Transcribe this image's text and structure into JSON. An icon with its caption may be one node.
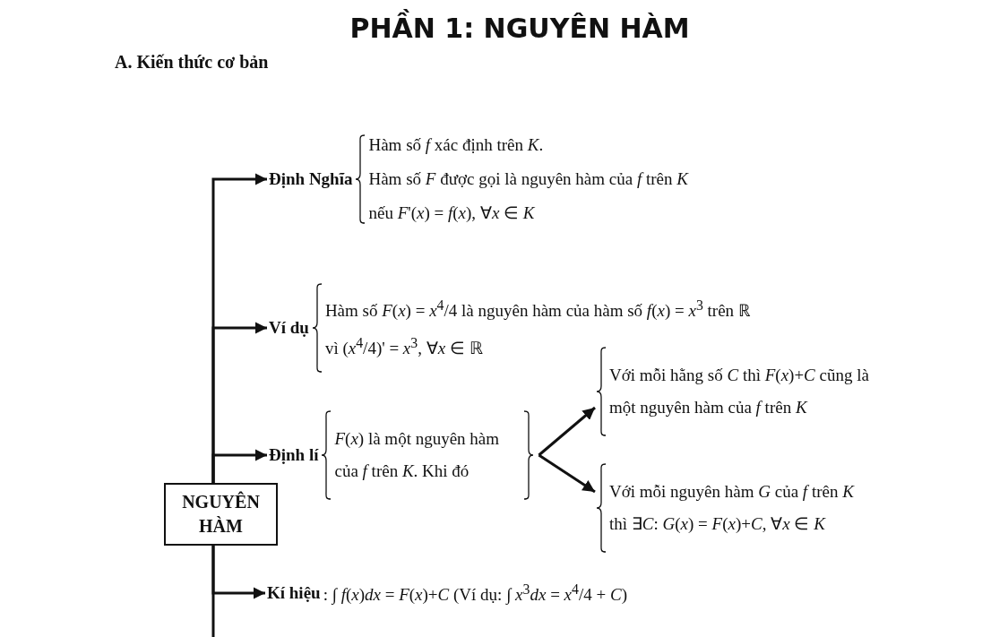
{
  "diagram": {
    "title": "PHẦN 1: NGUYÊN HÀM",
    "nodes": [
      {
        "text": [
          "NGUYÊN HÀM"
        ]
      },
      {
        "text": [
          "Định Nghĩa",
          "Hàm số *f* xác định trên *K*.",
          "Hàm số *F* được gọi là nguyên hàm của *f* trên *K*",
          "nếu *F*'(*x*) = *f*(*x*), ∀*x* ∈ *K*"
        ]
      },
      {
        "text": [
          "Ví dụ",
          "Hàm số *F*(*x*) = *x*$^{4}$/4 là nguyên hàm của hàm số *f*(*x*) = *x*$^{3}$ trên ℝ",
          "vì (*x*$^{4}$/4)' = *x*$^{3}$, ∀*x* ∈ ℝ"
        ]
      },
      {
        "text": [
          "Định lí",
          "*F*(*x*) là một nguyên hàm của *f* trên *K*. Khi đó"
        ]
      },
      {
        "text": [
          "Với mỗi hằng số *C* thì *F*(*x*)+*C* cũng là một nguyên hàm của *f* trên *K*"
        ]
      },
      {
        "text": [
          "Với mỗi nguyên hàm *G* của *f* trên *K* thì ∃*C*: *G*(*x*) = *F*(*x*)+*C*, ∀*x* ∈ *K*"
        ]
      },
      {
        "text": [
          "Kí hiệu",
          ": ∫ *f*(*x*)*dx* = *F*(*x*)+*C* (Ví dụ: ∫ *x*$^{3}$*dx* = *x*$^{4}$/4 + *C*)"
        ]
      }
    ],
    "edges": [
      {
        "from": 0,
        "to": 1,
        "arrow": "to"
      },
      {
        "from": 0,
        "to": 2,
        "arrow": "to"
      },
      {
        "from": 0,
        "to": 3,
        "arrow": "to"
      },
      {
        "from": 0,
        "to": 6,
        "arrow": "to"
      },
      {
        "from": 0,
        "to": null,
        "arrow": "none"
      },
      {
        "from": 3,
        "to": 4,
        "arrow": "to"
      },
      {
        "from": 3,
        "to": 5,
        "arrow": "to"
      }
    ],
    "labels": [
      "A. Kiến thức cơ bản"
    ]
  }
}
